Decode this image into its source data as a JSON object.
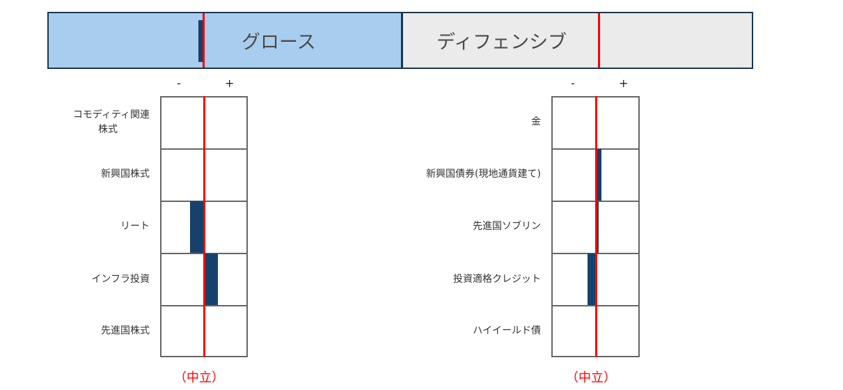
{
  "top_bar": {
    "growth_label": "グロース",
    "defensive_label": "ディフェンシブ",
    "colors": {
      "growth_bg": "#a9cdef",
      "defensive_bg": "#ebebeb",
      "border": "#1a3550",
      "neutral_line": "#ff0000",
      "marker": "#17416b"
    }
  },
  "left_panel": {
    "minus_label": "-",
    "plus_label": "+",
    "neutral_label": "（中立）",
    "rows": [
      {
        "label_line1": "コモディティ関連",
        "label_line2": "株式",
        "value": 0
      },
      {
        "label_line1": "新興国株式",
        "label_line2": "",
        "value": 0
      },
      {
        "label_line1": "リート",
        "label_line2": "",
        "value": -19
      },
      {
        "label_line1": "インフラ投資",
        "label_line2": "",
        "value": 18
      },
      {
        "label_line1": "先進国株式",
        "label_line2": "",
        "value": 0
      }
    ]
  },
  "right_panel": {
    "minus_label": "-",
    "plus_label": "+",
    "neutral_label": "（中立）",
    "rows": [
      {
        "label_line1": "金",
        "label_line2": "",
        "value": 0
      },
      {
        "label_line1": "新興国債券(現地通貨建て)",
        "label_line2": "",
        "value": 7
      },
      {
        "label_line1": "先進国ソブリン",
        "label_line2": "",
        "value": 3
      },
      {
        "label_line1": "投資適格クレジット",
        "label_line2": "",
        "value": -11
      },
      {
        "label_line1": "ハイイールド債",
        "label_line2": "",
        "value": 0
      }
    ]
  },
  "chart_data": [
    {
      "type": "bar",
      "title": "グロース / ディフェンシブ",
      "categories": [
        "グロース",
        "ディフェンシブ"
      ],
      "values": [
        -1,
        0
      ],
      "xlabel": "",
      "ylabel": "",
      "annotations": [
        "neutral line (red) at center of each segment; small navy marker slightly left of neutral on Growth"
      ]
    },
    {
      "type": "bar",
      "orientation": "horizontal",
      "title": "グロース資産",
      "categories": [
        "コモディティ関連株式",
        "新興国株式",
        "リート",
        "インフラ投資",
        "先進国株式"
      ],
      "values": [
        0,
        0,
        -1.5,
        1.5,
        0
      ],
      "xlabel": "（中立）",
      "x_tick_labels": [
        "-",
        "+"
      ],
      "xlim": [
        -5,
        5
      ],
      "grid": true
    },
    {
      "type": "bar",
      "orientation": "horizontal",
      "title": "ディフェンシブ資産",
      "categories": [
        "金",
        "新興国債券(現地通貨建て)",
        "先進国ソブリン",
        "投資適格クレジット",
        "ハイイールド債"
      ],
      "values": [
        0,
        0.5,
        0.25,
        -1,
        0
      ],
      "xlabel": "（中立）",
      "x_tick_labels": [
        "-",
        "+"
      ],
      "xlim": [
        -5,
        5
      ],
      "grid": true
    }
  ]
}
